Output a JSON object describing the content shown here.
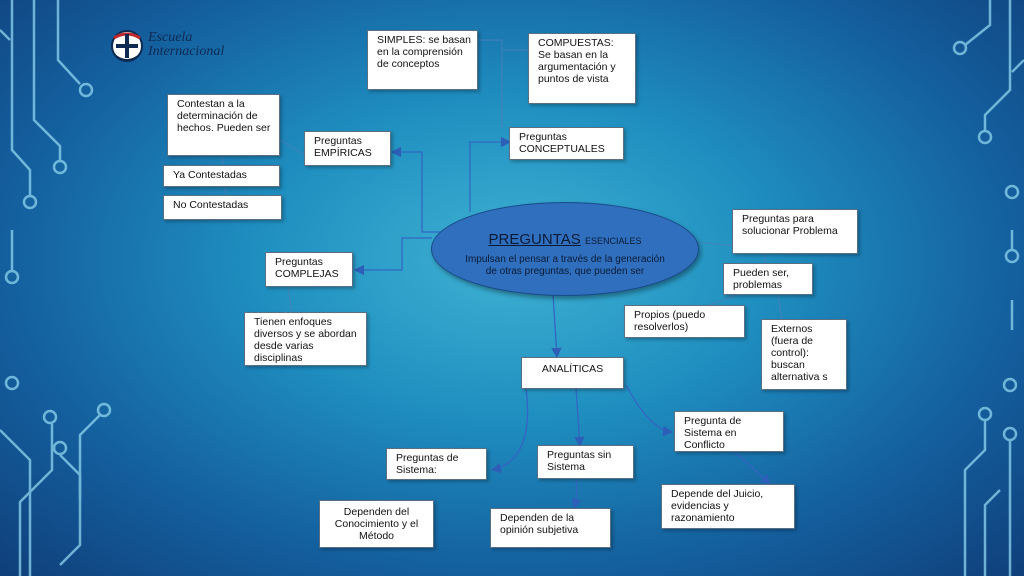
{
  "logo": {
    "line1": "Escuela",
    "line2": "Internacional"
  },
  "center": {
    "title": "PREGUNTAS",
    "subtitle": "ESENCIALES",
    "description": "Impulsan el pensar a través de la generación de otras preguntas, que pueden ser"
  },
  "nodes": {
    "simples": "SIMPLES: se basan en  la comprensión de conceptos",
    "compuestas": "COMPUESTAS: Se basan en la argumentación y puntos de vista",
    "conceptuales": "Preguntas CONCEPTUALES",
    "contestan": "Contestan a la determinación de hechos. Pueden ser",
    "empiricas": "Preguntas EMPÍRICAS",
    "ya_contestadas": "Ya Contestadas",
    "no_contestadas": "No Contestadas",
    "complejas": "Preguntas COMPLEJAS",
    "enfoques": "Tienen enfoques diversos y se abordan desde varias disciplinas",
    "solucionar": "Preguntas para solucionar Problema",
    "pueden_ser": "Pueden ser, problemas",
    "propios": "Propios (puedo resolverlos)",
    "externos": "Externos (fuera de control): buscan alternativa s",
    "analiticas": "ANALÍTICAS",
    "conflicto": "Pregunta de Sistema en Conflicto",
    "juicio": "Depende del Juicio, evidencias y razonamiento",
    "sistema": "Preguntas de Sistema:",
    "sin_sistema": "Preguntas sin Sistema",
    "conocimiento": "Dependen del Conocimiento y el Método",
    "opinion": "Dependen de la opinión subjetiva"
  }
}
